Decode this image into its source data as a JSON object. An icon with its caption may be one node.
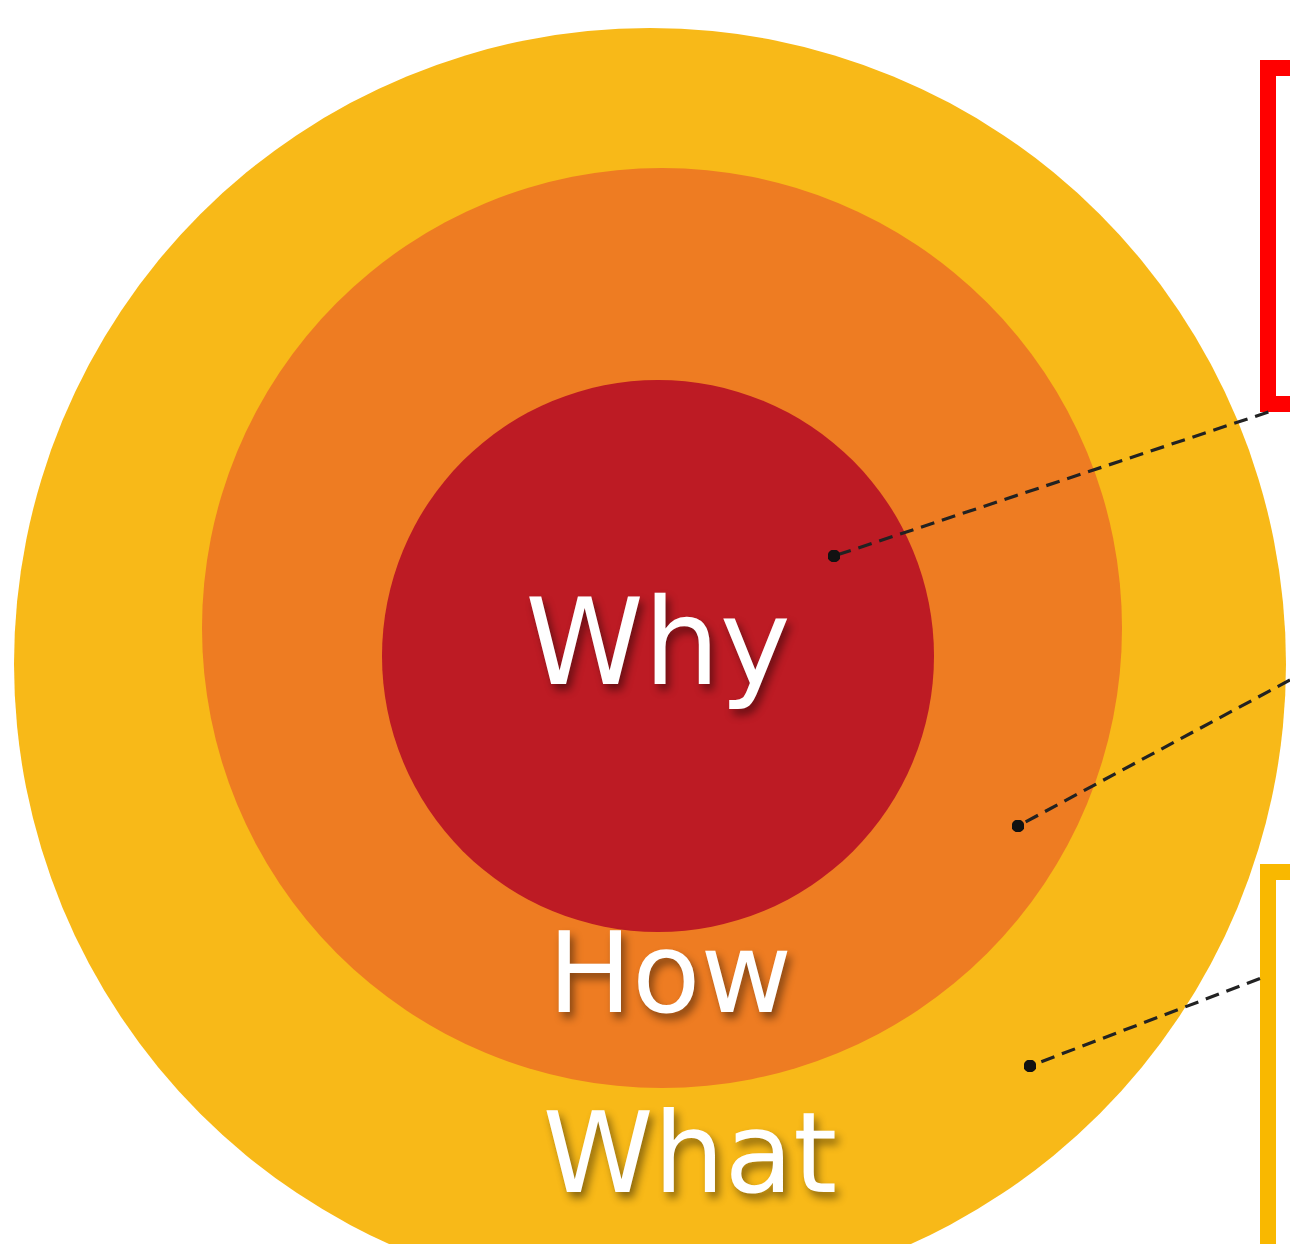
{
  "diagram": {
    "nodes": [
      {
        "text": [
          "What"
        ]
      },
      {
        "text": [
          "How"
        ],
        "in": 0
      },
      {
        "text": [
          "Why"
        ],
        "in": 1
      },
      {
        "text": [],
        "shape": "box"
      },
      {
        "text": [],
        "shape": "box"
      }
    ],
    "edges": [
      {
        "from": 3,
        "to": 2,
        "arrow": "other",
        "style": "dashed"
      },
      {
        "from": null,
        "to": 1,
        "arrow": "other",
        "style": "dashed"
      },
      {
        "from": 4,
        "to": 0,
        "arrow": "other",
        "style": "dashed"
      }
    ]
  }
}
